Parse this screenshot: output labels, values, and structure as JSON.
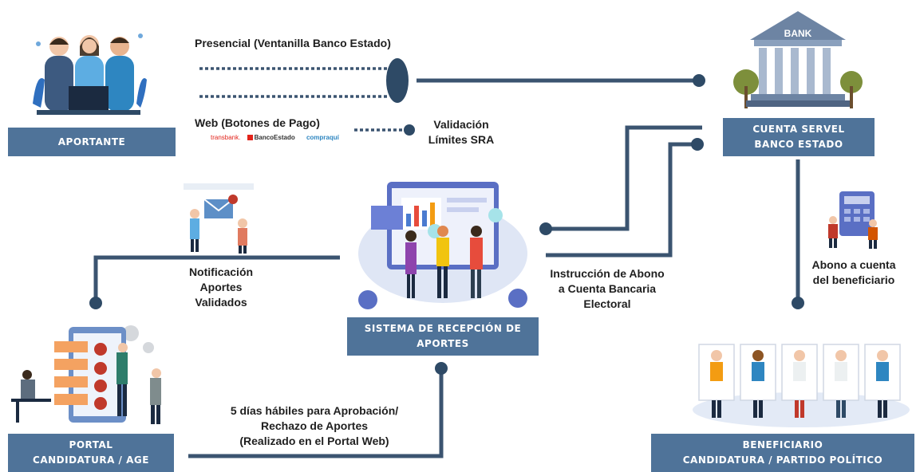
{
  "nodes": {
    "aportante": "APORTANTE",
    "cuenta_line1": "CUENTA SERVEL",
    "cuenta_line2": "BANCO ESTADO",
    "sistema_line1": "SISTEMA DE RECEPCIÓN DE",
    "sistema_line2": "APORTES",
    "portal_line1": "PORTAL",
    "portal_line2": "CANDIDATURA / AGE",
    "beneficiario_line1": "BENEFICIARIO",
    "beneficiario_line2": "CANDIDATURA / PARTIDO POLÍTICO"
  },
  "labels": {
    "presencial": "Presencial (Ventanilla Banco Estado)",
    "web": "Web (Botones de Pago)",
    "validacion": [
      "Validación",
      "Límites SRA"
    ],
    "notificacion": [
      "Notificación",
      "Aportes",
      "Validados"
    ],
    "instruccion": [
      "Instrucción de Abono",
      "a Cuenta Bancaria",
      "Electoral"
    ],
    "abono": [
      "Abono a cuenta",
      "del beneficiario"
    ],
    "dias": [
      "5 días hábiles para Aprobación/",
      "Rechazo de Aportes",
      "(Realizado en el Portal Web)"
    ]
  },
  "bank_sign": "BANK",
  "payment_logos": [
    "transbank.",
    "BancoEstado",
    "compraquí"
  ],
  "colors": {
    "box": "#4f7399",
    "line": "#3b5470",
    "dot": "#2e4a66",
    "transbank": "#e2231a",
    "bancoestado": "#333333"
  }
}
